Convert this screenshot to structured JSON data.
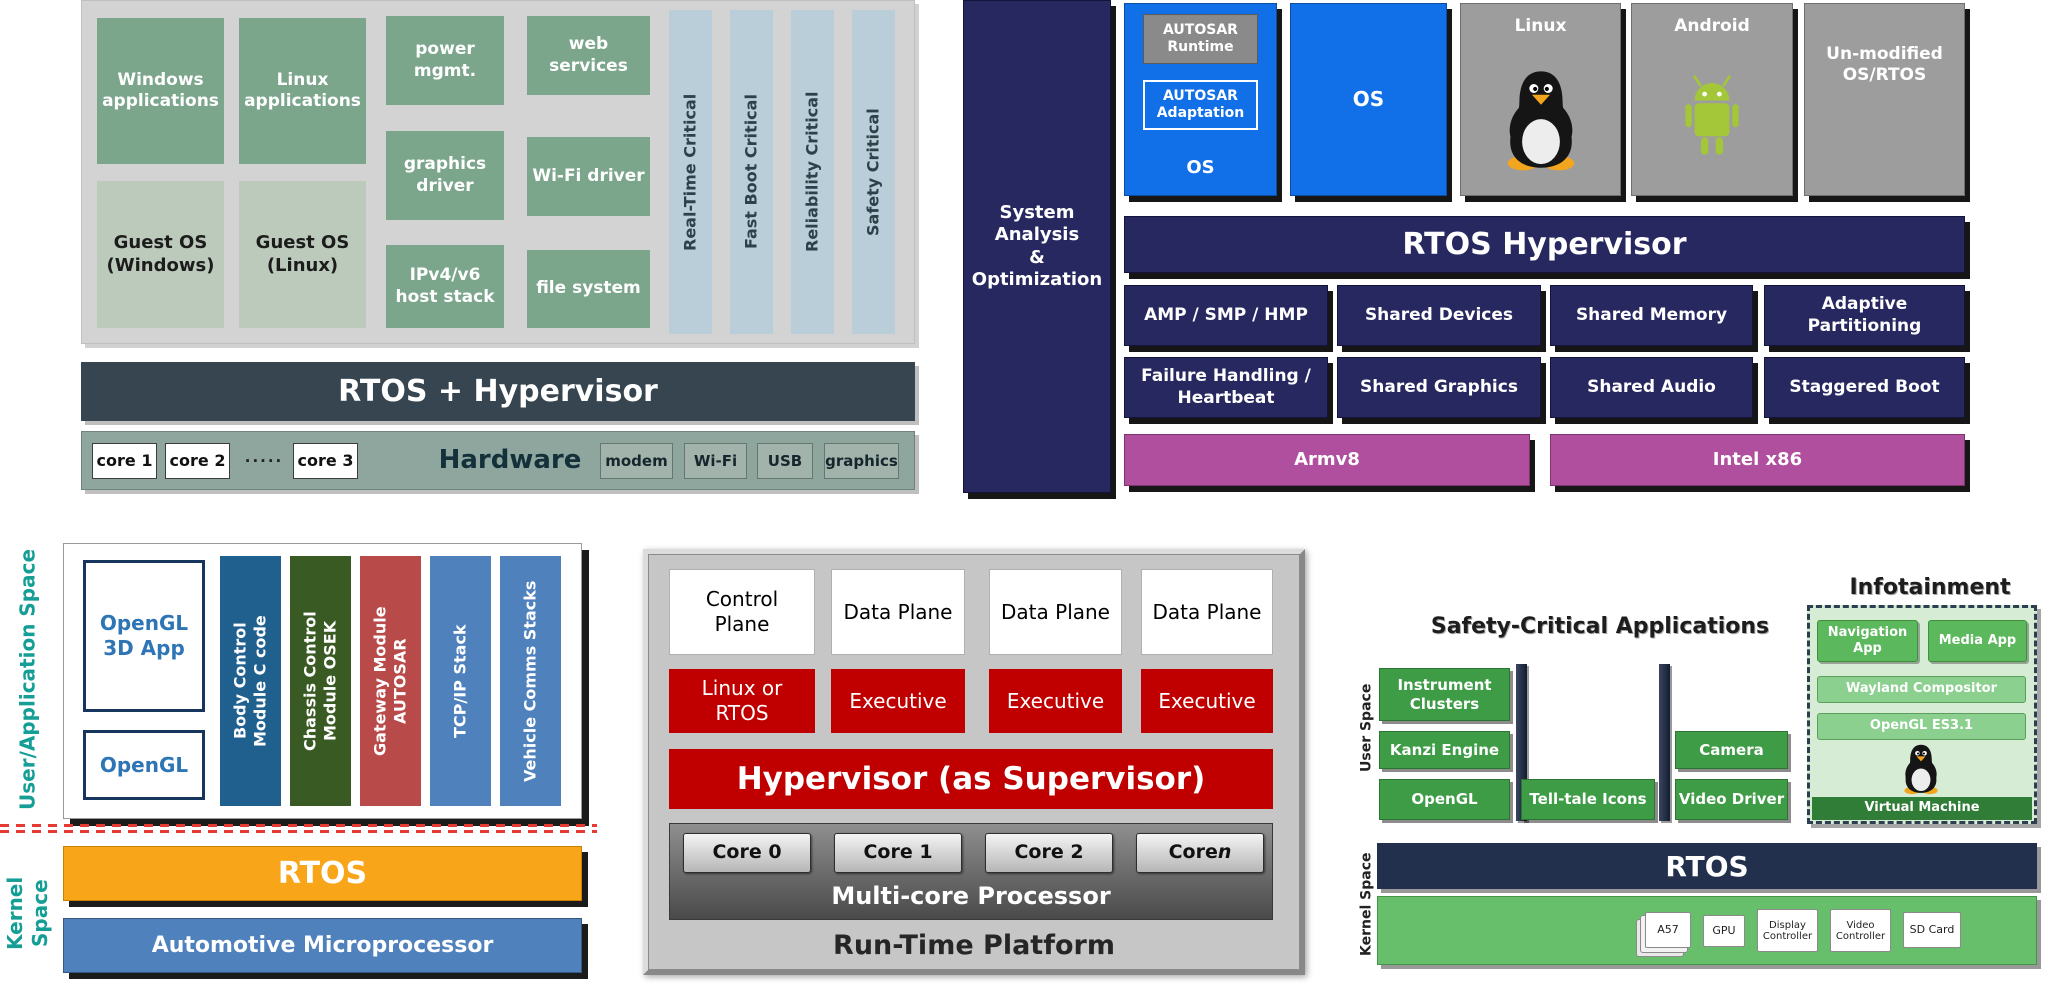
{
  "d1": {
    "apps": [
      "Windows\napplications",
      "Linux\napplications"
    ],
    "guests": [
      "Guest OS\n(Windows)",
      "Guest OS\n(Linux)"
    ],
    "services": [
      "power\nmgmt.",
      "graphics\ndriver",
      "IPv4/v6\nhost stack",
      "web services",
      "Wi-Fi driver",
      "file system"
    ],
    "critical": [
      "Real-Time Critical",
      "Fast Boot Critical",
      "Reliability Critical",
      "Safety Critical"
    ],
    "rtos": "RTOS + Hypervisor",
    "hw": {
      "cores": [
        "core 1",
        "core 2",
        "core 3"
      ],
      "dots": "·····",
      "label": "Hardware",
      "periph": [
        "modem",
        "Wi-Fi",
        "USB",
        "graphics"
      ]
    }
  },
  "d2": {
    "side": "System Analysis\n& Optimization",
    "autosar_runtime": "AUTOSAR\nRuntime",
    "autosar_adaptation": "AUTOSAR\nAdaptation",
    "autosar_os": "OS",
    "os": "OS",
    "linux": "Linux",
    "android": "Android",
    "unmodified": "Un-modified\nOS/RTOS",
    "hypervisor": "RTOS Hypervisor",
    "features": [
      "AMP / SMP / HMP",
      "Shared Devices",
      "Shared Memory",
      "Adaptive Partitioning",
      "Failure Handling /\nHeartbeat",
      "Shared Graphics",
      "Shared Audio",
      "Staggered Boot"
    ],
    "archs": [
      "Armv8",
      "Intel x86"
    ]
  },
  "d3": {
    "user_space": "User/Application Space",
    "kernel_space": "Kernel Space",
    "opengl_app": "OpenGL\n3D App",
    "opengl": "OpenGL",
    "columns": [
      "Body Control\nModule C code",
      "Chassis Control\nModule OSEK",
      "Gateway Module\nAUTOSAR",
      "TCP/IP Stack",
      "Vehicle Comms Stacks"
    ],
    "rtos": "RTOS",
    "micro": "Automotive Microprocessor"
  },
  "d4": {
    "planes": [
      "Control\nPlane",
      "Data Plane",
      "Data Plane",
      "Data Plane"
    ],
    "execs": [
      "Linux or\nRTOS",
      "Executive",
      "Executive",
      "Executive"
    ],
    "hypervisor": "Hypervisor (as Supervisor)",
    "cores": [
      "Core 0",
      "Core 1",
      "Core 2"
    ],
    "core_n_prefix": "Core ",
    "core_n": "n",
    "mcp": "Multi-core Processor",
    "caption": "Run-Time Platform"
  },
  "d5": {
    "safety_title": "Safety-Critical Applications",
    "info_title": "Infotainment",
    "user_space": "User Space",
    "kernel_space": "Kernel Space",
    "instrument": "Instrument\nClusters",
    "kanzi": "Kanzi Engine",
    "opengl": "OpenGL",
    "telltale": "Tell-tale Icons",
    "camera": "Camera",
    "video_driver": "Video Driver",
    "nav_app": "Navigation\nApp",
    "media_app": "Media App",
    "wayland": "Wayland Compositor",
    "opengl_es": "OpenGL ES3.1",
    "vm": "Virtual Machine",
    "rtos": "RTOS",
    "chips": [
      "A57",
      "GPU",
      "Display\nController",
      "Video\nController",
      "SD Card"
    ]
  },
  "colors": {
    "d1_green": "#7BA68C",
    "d1_pale_green": "#BCCABB",
    "d1_pale_blue": "#B9CED8",
    "d1_charcoal": "#36454F",
    "d1_hw_bar": "#8EA69E",
    "d2_navy": "#282861",
    "d2_blue": "#1170E8",
    "d2_gray": "#9D9D9D",
    "d2_magenta": "#B04F9E",
    "d3_teal": "#149E96",
    "d3_orange": "#F9A51A",
    "d3_steel_blue": "#4F81BD",
    "d3_body_blue": "#20608F",
    "d3_chassis_green": "#3A5A23",
    "d3_gateway_red": "#B94A4A",
    "d4_red": "#C00000",
    "d5_green": "#3F9C46",
    "d5_light_green": "#67BF6B",
    "d5_navy": "#22304E",
    "android_green": "#A4C639",
    "tux_orange": "#F2A51E"
  }
}
